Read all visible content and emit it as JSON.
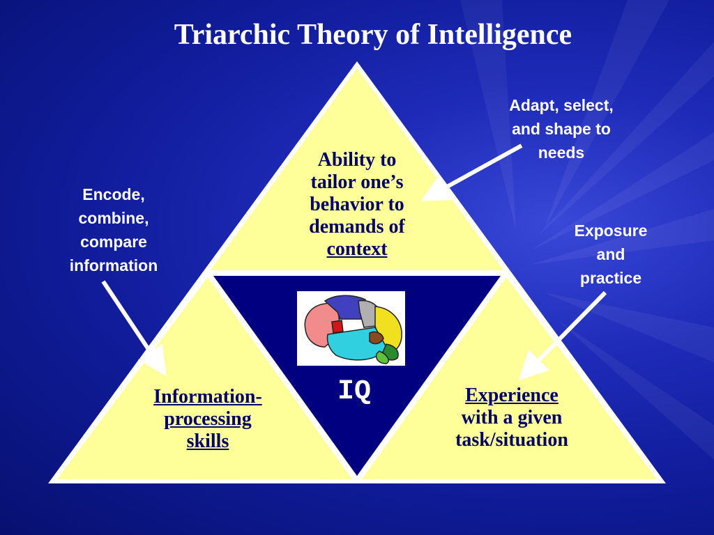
{
  "title": "Triarchic Theory of Intelligence",
  "triangles": {
    "top": {
      "lines": [
        "Ability to",
        "tailor one’s",
        "behavior to",
        "demands of"
      ],
      "underlined": "context"
    },
    "left": {
      "underlined_lines": [
        "Information-",
        "processing",
        "skills"
      ]
    },
    "right": {
      "underlined": "Experience",
      "lines": [
        "with a given",
        "task/situation"
      ]
    }
  },
  "center": {
    "label": "IQ",
    "image": "brain-illustration"
  },
  "notes": {
    "adapt": [
      "Adapt, select,",
      "and shape to",
      "needs"
    ],
    "encode": [
      "Encode,",
      "combine,",
      "compare",
      "information"
    ],
    "exposure": [
      "Exposure",
      "and",
      "practice"
    ]
  },
  "colors": {
    "background": "#101c9a",
    "triangle_fill": "#ffff99",
    "center_fill": "#000080",
    "text_dark": "#000066",
    "text_light": "#ffffff"
  }
}
